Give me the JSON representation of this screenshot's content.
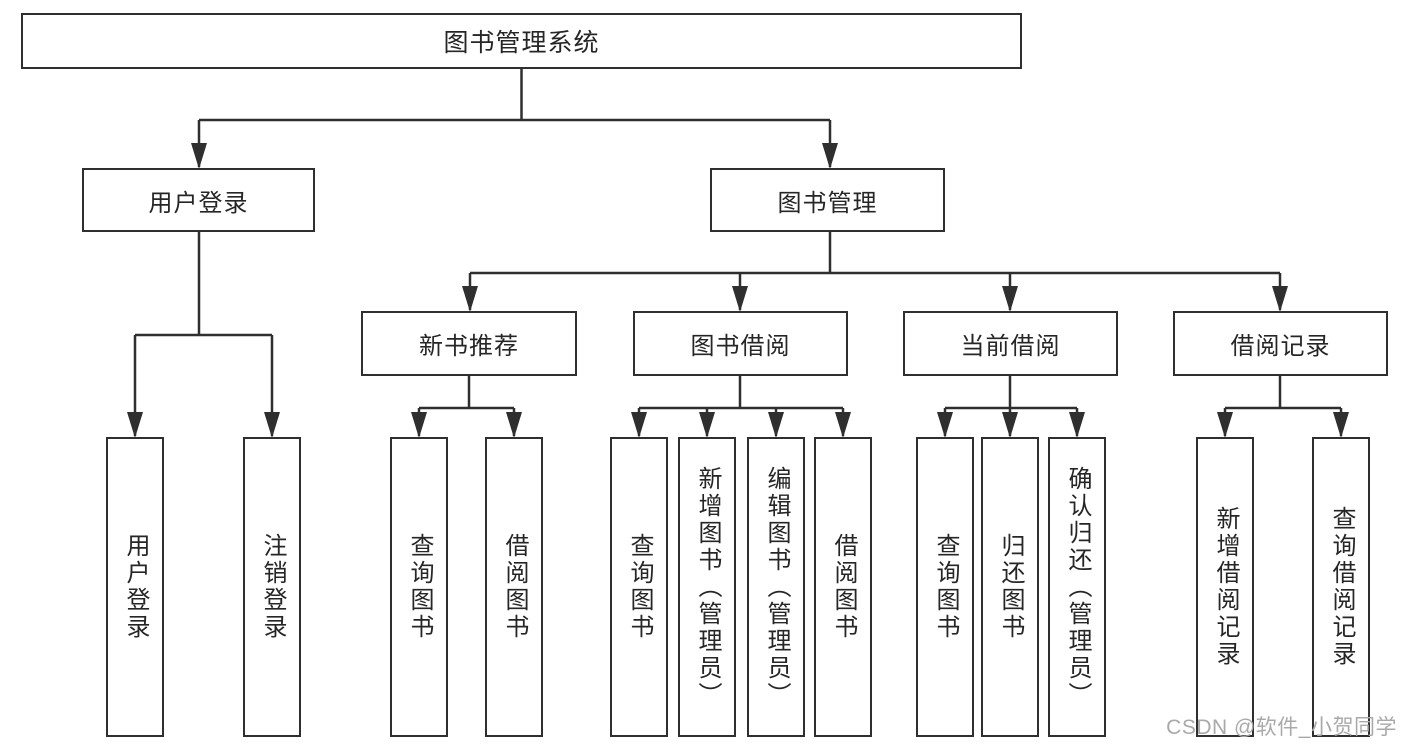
{
  "colors": {
    "line": "#2f2f2f",
    "text": "#262626",
    "box_background": "#ffffff",
    "watermark": "#a9a9a9"
  },
  "tree": {
    "root": {
      "label": "图书管理系统"
    },
    "branches": [
      {
        "label": "用户登录",
        "leaves": [
          {
            "label": "用户登录"
          },
          {
            "label": "注销登录"
          }
        ]
      },
      {
        "label": "图书管理",
        "children": [
          {
            "label": "新书推荐",
            "leaves": [
              {
                "label": "查询图书"
              },
              {
                "label": "借阅图书"
              }
            ]
          },
          {
            "label": "图书借阅",
            "leaves": [
              {
                "label": "查询图书"
              },
              {
                "label": "新增图书（管理员）"
              },
              {
                "label": "编辑图书（管理员）"
              },
              {
                "label": "借阅图书"
              }
            ]
          },
          {
            "label": "当前借阅",
            "leaves": [
              {
                "label": "查询图书"
              },
              {
                "label": "归还图书"
              },
              {
                "label": "确认归还（管理员）"
              }
            ]
          },
          {
            "label": "借阅记录",
            "leaves": [
              {
                "label": "新增借阅记录"
              },
              {
                "label": "查询借阅记录"
              }
            ]
          }
        ]
      }
    ]
  },
  "watermark": "CSDN @软件_小贺同学"
}
